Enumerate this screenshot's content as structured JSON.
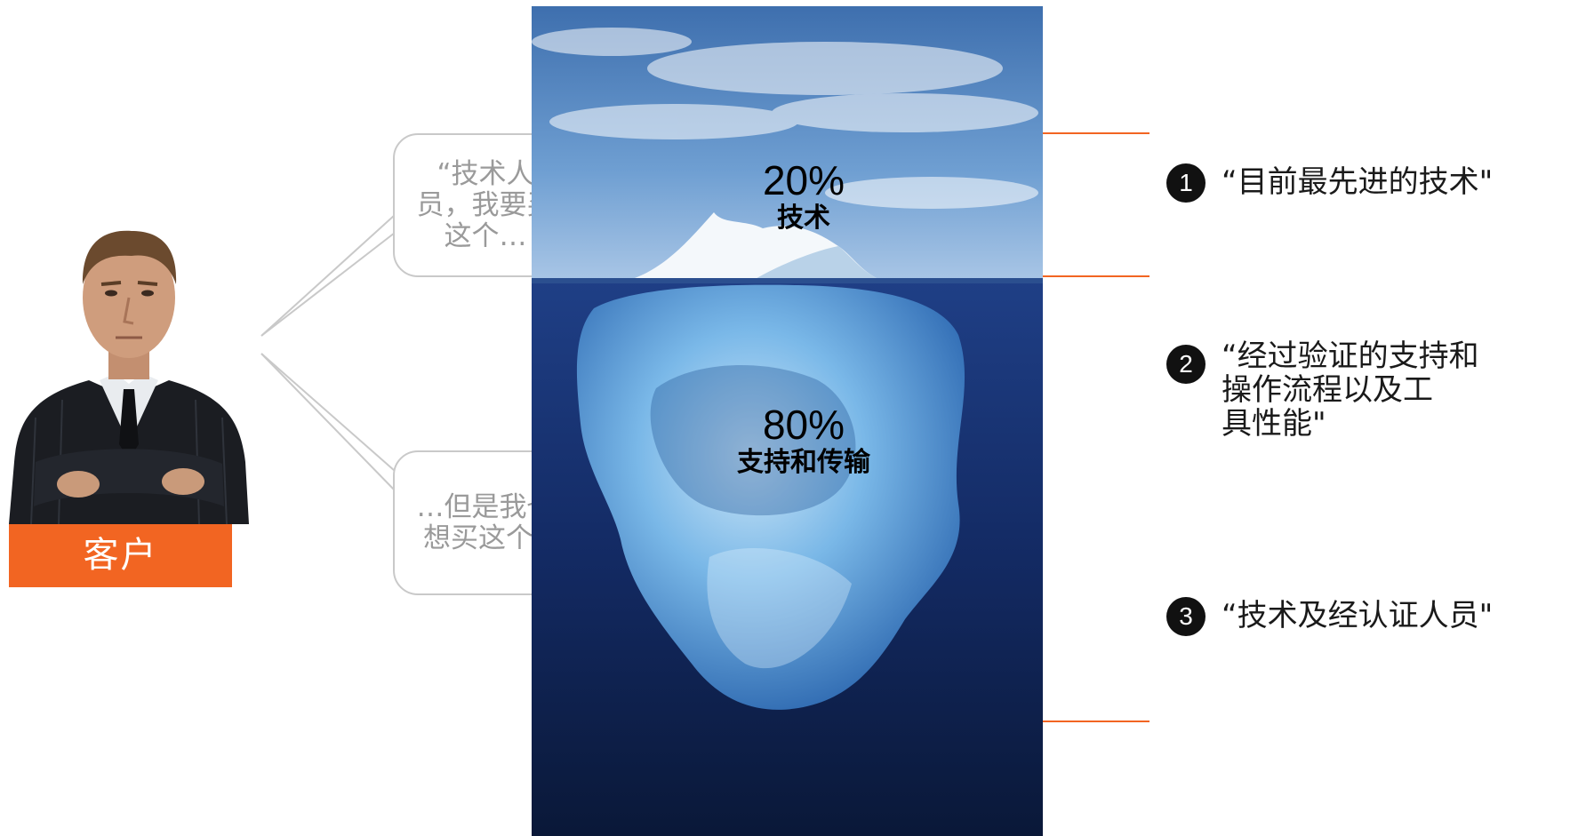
{
  "customer": {
    "label": "客户"
  },
  "bubbles": [
    {
      "text": "“技术人员，我要买这个…"
    },
    {
      "text": "…但是我也想买这个”"
    }
  ],
  "iceberg": {
    "top": {
      "percent": "20%",
      "label": "技术"
    },
    "bottom": {
      "percent": "80%",
      "label": "支持和传输"
    }
  },
  "points": [
    {
      "number": "1",
      "text": "“目前最先进的技术\""
    },
    {
      "number": "2",
      "text": "“经过验证的支持和\n操作流程以及工\n具性能\""
    },
    {
      "number": "3",
      "text": "“技术及经认证人员\""
    }
  ],
  "colors": {
    "accent": "#f26522",
    "connector_line": "#f26522",
    "bubble_border": "#c9c9c9",
    "bubble_text": "#9a9a9a"
  }
}
